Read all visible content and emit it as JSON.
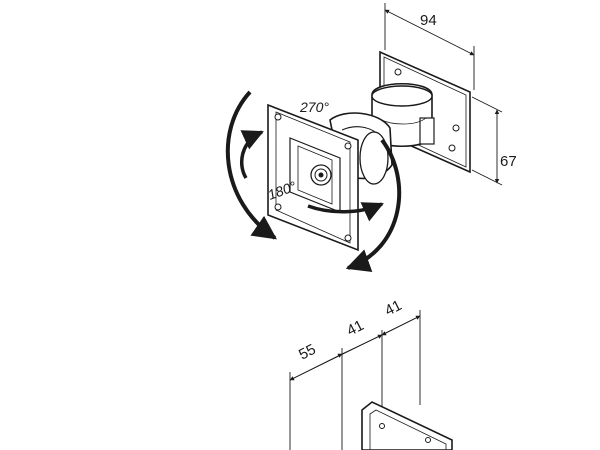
{
  "dimensions": {
    "top_width": "94",
    "plate_height": "67",
    "offset_a": "55",
    "offset_b": "41",
    "offset_c": "41"
  },
  "rotation_labels": {
    "tilt": "270°",
    "pivot": "180°"
  },
  "colors": {
    "line": "#1a1a1a",
    "fill": "#ffffff",
    "shade": "#d9d9d9"
  }
}
